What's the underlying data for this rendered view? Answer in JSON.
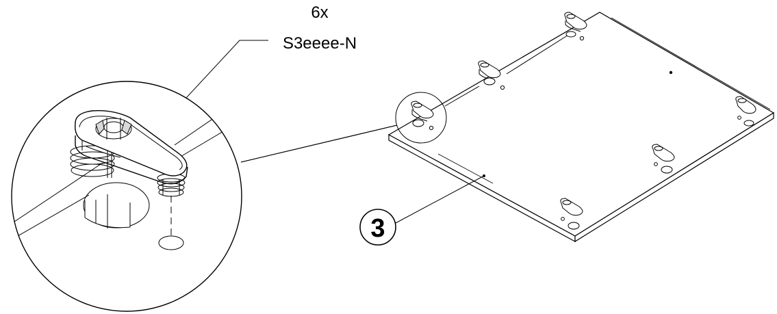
{
  "callout": {
    "quantity": "6x",
    "part_code": "S3eeee-N"
  },
  "part_number": "3",
  "colors": {
    "ink": "#000000",
    "paper": "#ffffff",
    "shade": "#d9d9d9"
  }
}
